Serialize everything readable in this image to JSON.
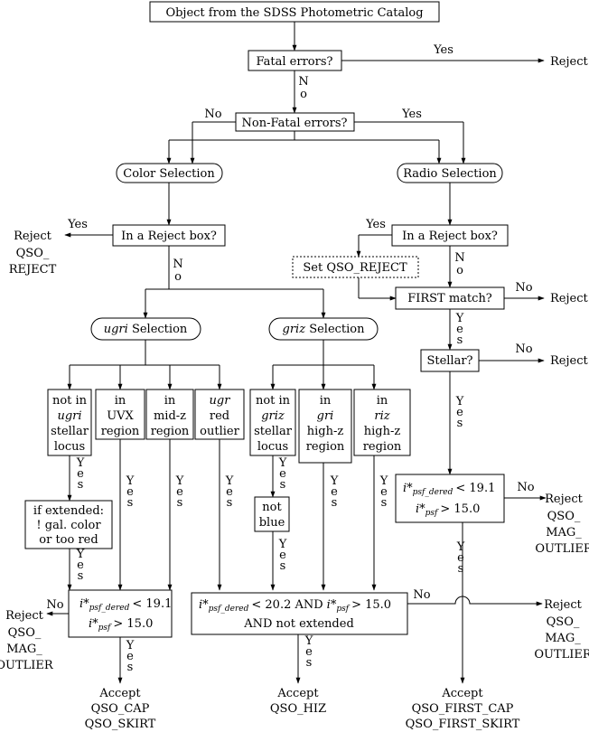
{
  "nodes": {
    "start": "Object from the SDSS Photometric Catalog",
    "fatal": "Fatal errors?",
    "nonfatal": "Non-Fatal errors?",
    "color_sel": "Color Selection",
    "radio_sel": "Radio Selection",
    "color_reject_box": "In a Reject box?",
    "radio_reject_box": "In a Reject box?",
    "set_qso_reject": "Set QSO_REJECT",
    "first_match": "FIRST match?",
    "stellar": "Stellar?",
    "ugri_sel": "ugri",
    "griz_sel": "griz",
    "selection_word": "Selection",
    "ugri_crit": [
      [
        "not in",
        "ugri",
        "stellar",
        "locus"
      ],
      [
        "in",
        "UVX",
        "region"
      ],
      [
        "in",
        "mid-z",
        "region"
      ],
      [
        "ugr",
        "red",
        "outlier"
      ]
    ],
    "griz_crit": [
      [
        "not in",
        "griz",
        "stellar",
        "locus"
      ],
      [
        "in",
        "gri",
        "high-z",
        "region"
      ],
      [
        "in",
        "riz",
        "high-z",
        "region"
      ]
    ],
    "extended": [
      "if extended:",
      "! gal. color",
      "or too red"
    ],
    "not_blue": [
      "not",
      "blue"
    ],
    "mag_low": [
      "< 19.1",
      "> 15.0"
    ],
    "mag_hiz": [
      "< 20.2 AND",
      "> 15.0",
      "AND not extended"
    ],
    "mag_first": [
      "< 19.1",
      "> 15.0"
    ],
    "i_star": "i*",
    "psf_dered": "psf_dered",
    "psf": "psf"
  },
  "outcomes": {
    "reject": "Reject",
    "reject_first_no": "Reject",
    "reject_stellar_no": "Reject",
    "reject_color": [
      "Reject",
      "QSO_",
      "REJECT"
    ],
    "reject_mag_left": [
      "Reject",
      "QSO_",
      "MAG_",
      "OUTLIER"
    ],
    "reject_mag_right": [
      "Reject",
      "QSO_",
      "MAG_",
      "OUTLIER"
    ],
    "reject_mag_first": [
      "Reject",
      "QSO_",
      "MAG_",
      "OUTLIER"
    ],
    "accept_cap": [
      "Accept",
      "QSO_CAP",
      "QSO_SKIRT"
    ],
    "accept_hiz": [
      "Accept",
      "QSO_HIZ"
    ],
    "accept_first": [
      "Accept",
      "QSO_FIRST_CAP",
      "QSO_FIRST_SKIRT"
    ]
  },
  "labels": {
    "yes": "Yes",
    "no": "No",
    "yes_vertical": [
      "Y",
      "e",
      "s"
    ],
    "no_vertical": [
      "N",
      "o"
    ]
  }
}
